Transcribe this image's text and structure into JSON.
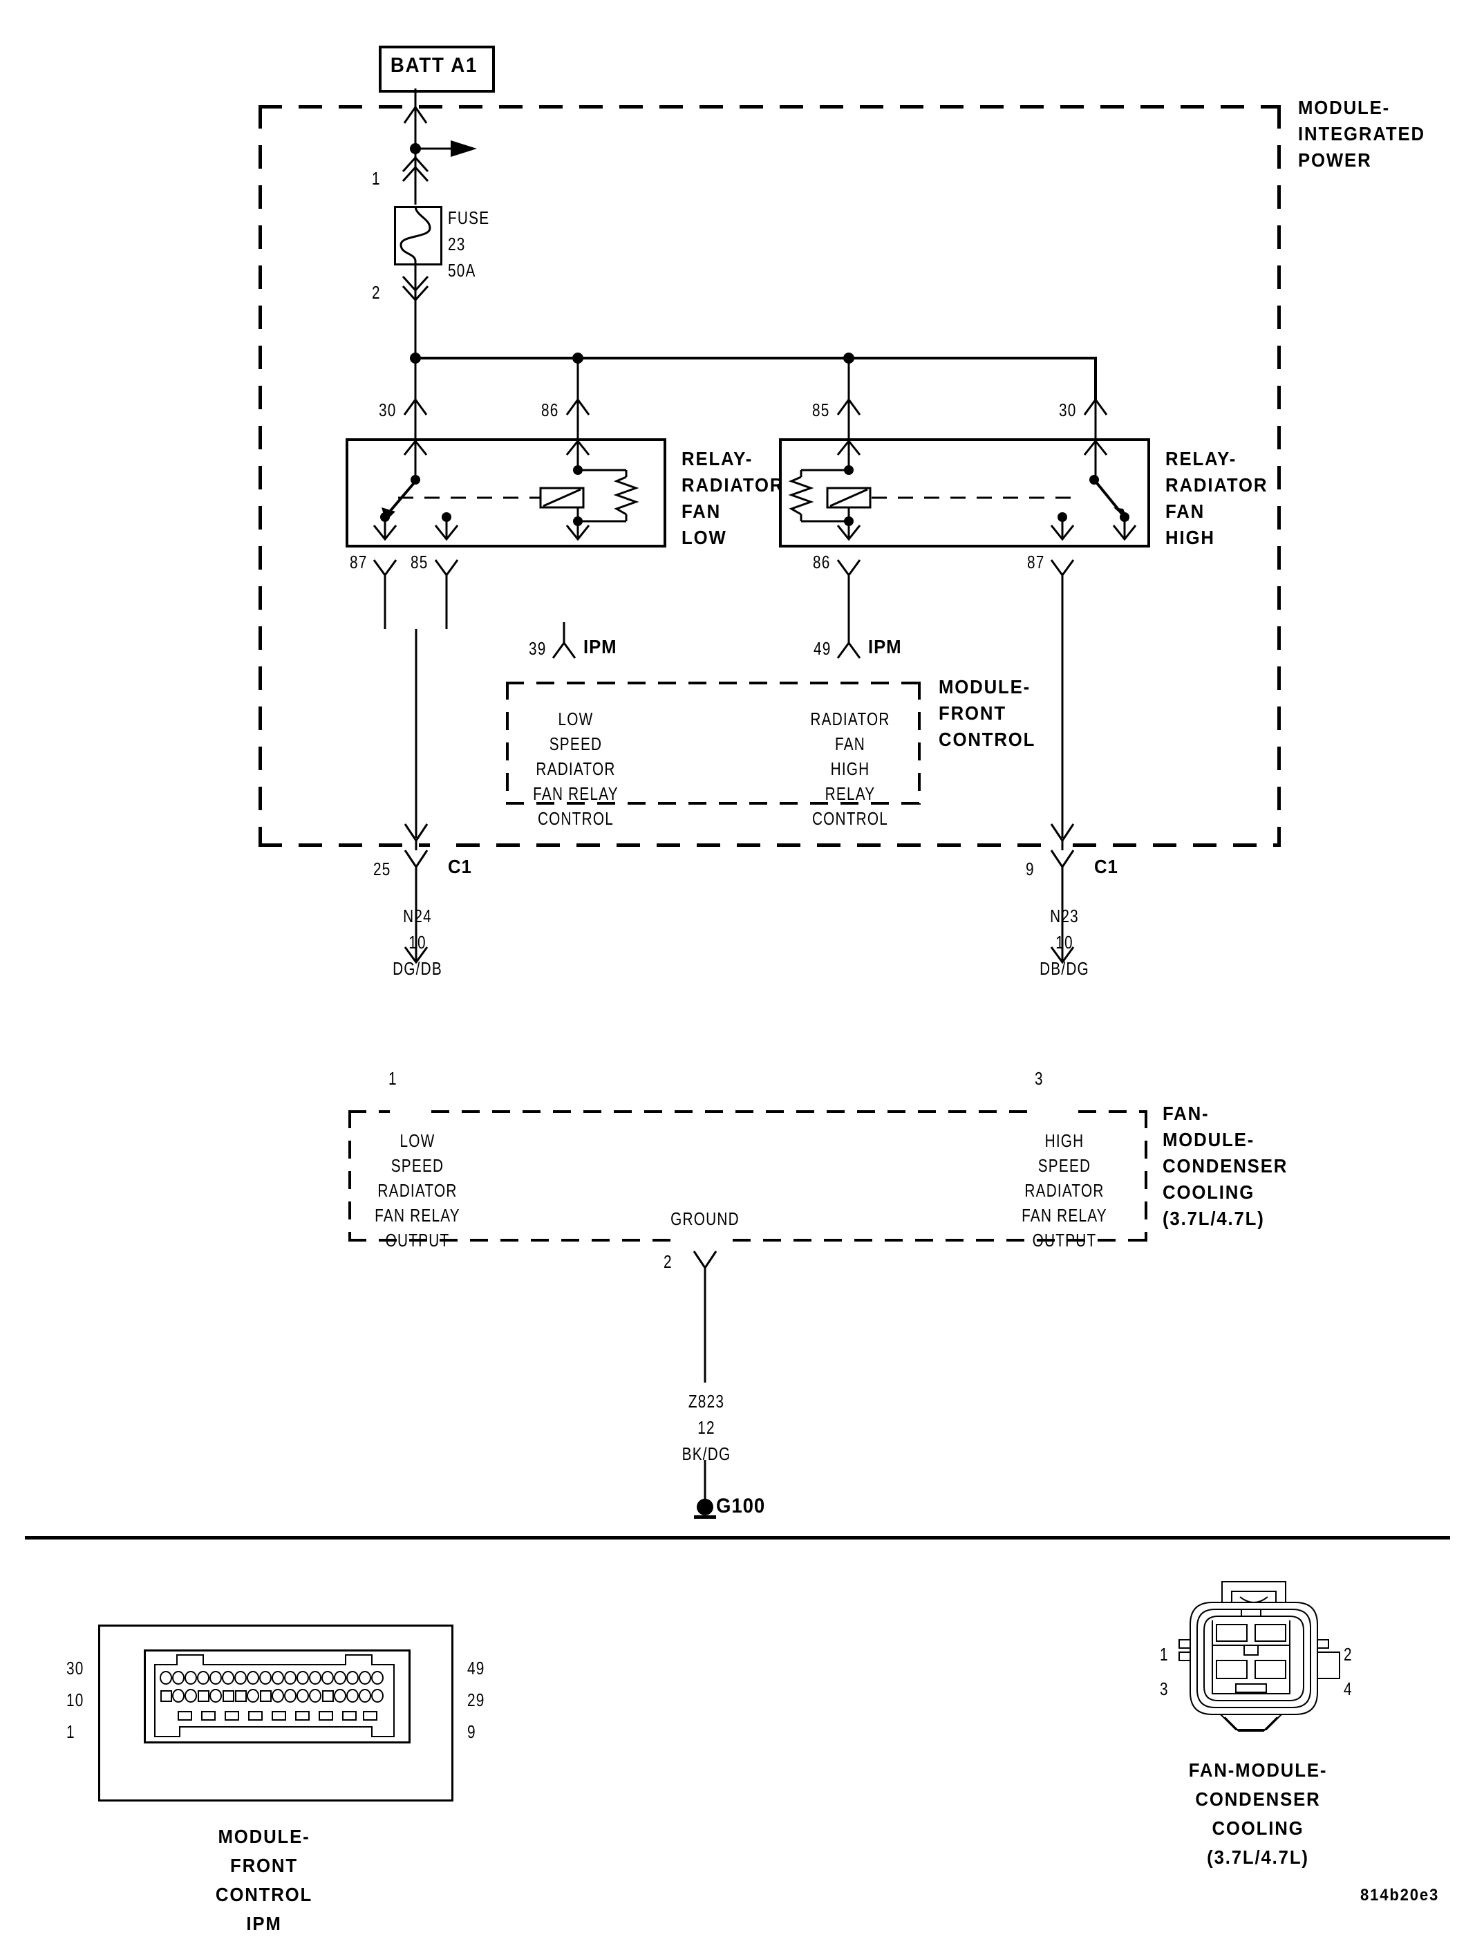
{
  "diagram": {
    "code": "814b20e3",
    "battery": {
      "label": "BATT A1"
    },
    "fuse": {
      "pin_top": "1",
      "pin_bottom": "2",
      "line1": "FUSE",
      "line2": "23",
      "line3": "50A"
    },
    "module_integrated_power": {
      "label": "MODULE-\nINTEGRATED\nPOWER"
    },
    "relay_low": {
      "name": "RELAY-\nRADIATOR\nFAN\nLOW",
      "pin_30": "30",
      "pin_86": "86",
      "pin_87": "87",
      "pin_85": "85"
    },
    "relay_high": {
      "name": "RELAY-\nRADIATOR\nFAN\nHIGH",
      "pin_85": "85",
      "pin_30": "30",
      "pin_86": "86",
      "pin_87": "87"
    },
    "module_front_control": {
      "label": "MODULE-\nFRONT\nCONTROL",
      "left_pin": "39",
      "left_pin_tag": "IPM",
      "right_pin": "49",
      "right_pin_tag": "IPM",
      "left_text": "LOW\nSPEED\nRADIATOR\nFAN RELAY\nCONTROL",
      "right_text": "RADIATOR\nFAN\nHIGH\nRELAY\nCONTROL"
    },
    "connector_left": {
      "pin": "25",
      "tag": "C1",
      "wire_id": "N24",
      "gauge": "10",
      "color": "DG/DB"
    },
    "connector_right": {
      "pin": "9",
      "tag": "C1",
      "wire_id": "N23",
      "gauge": "10",
      "color": "DB/DG"
    },
    "fan_module": {
      "label": "FAN-\nMODULE-\nCONDENSER\nCOOLING\n(3.7L/4.7L)",
      "left_pin": "1",
      "right_pin": "3",
      "ground_pin": "2",
      "left_text": "LOW\nSPEED\nRADIATOR\nFAN RELAY\nOUTPUT",
      "right_text": "HIGH\nSPEED\nRADIATOR\nFAN RELAY\nOUTPUT",
      "ground_text": "GROUND"
    },
    "ground": {
      "wire_id": "Z823",
      "gauge": "12",
      "color": "BK/DG",
      "name": "G100"
    },
    "connector_view_ipm": {
      "label": "MODULE-\nFRONT\nCONTROL\nIPM",
      "left_labels": [
        "30",
        "10",
        "1"
      ],
      "right_labels": [
        "49",
        "29",
        "9"
      ]
    },
    "connector_view_fan": {
      "label": "FAN-MODULE-\nCONDENSER\nCOOLING\n(3.7L/4.7L)",
      "pin_1": "1",
      "pin_2": "2",
      "pin_3": "3",
      "pin_4": "4"
    }
  }
}
